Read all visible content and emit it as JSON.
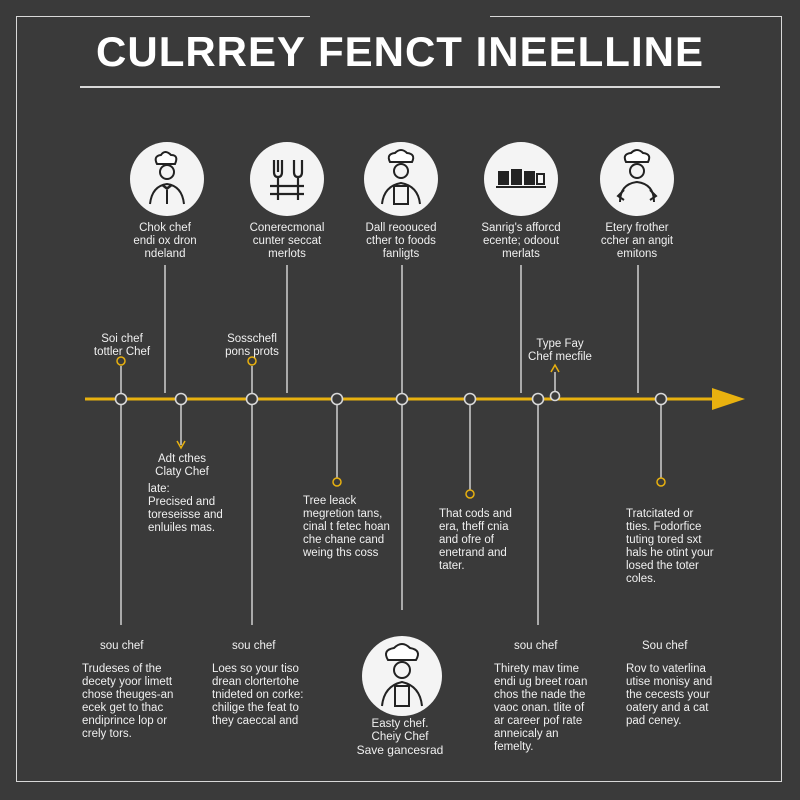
{
  "title": "CULRREY FENCT INEELLINE",
  "colors": {
    "background": "#3a3a3a",
    "accent": "#e8b10f",
    "line": "#d8d8d8",
    "icon_bg": "#f4f4f4"
  },
  "top_items": [
    {
      "icon": "chef-with-bowtie-icon",
      "text": "Chok chef\nendi ox dron\nndeland"
    },
    {
      "icon": "fork-and-knife-icon",
      "text": "Conerecmonal\ncunter seccat\nmerlots"
    },
    {
      "icon": "chef-woman-apron-icon",
      "text": "Dall reoouced\ncther to foods\nfanligts"
    },
    {
      "icon": "kitchen-jars-icon",
      "text": "Sanrig's afforcd\necente; odoout\nmerlats"
    },
    {
      "icon": "chef-arms-akimbo-icon",
      "text": "Etery frother\nccher an angit\nemitons"
    }
  ],
  "mid_labels": [
    {
      "text": "Soi chef\ntottler Chef"
    },
    {
      "text": "Sosschefl\npons prots"
    },
    {
      "text": "Type Fay\nChef mecfile"
    }
  ],
  "below_labels": [
    {
      "title": "Adt cthes\nClaty Chef",
      "text": "late:\nPrecised and\ntoreseisse and\nenluiles mas."
    },
    {
      "text": "Tree leack\nmegretion tans,\ncinal t fetec hoan\nche chane cand\nweing ths coss"
    },
    {
      "text": "That cods and\nera, theff cnia\nand ofre of\nenetrand and\ntater."
    },
    {
      "text": "Tratcitated or\ntties. Fodorfice\ntuting tored sxt\nhals he otint your\nlosed the toter\ncoles."
    }
  ],
  "bottom_items": [
    {
      "role": "sou chef",
      "text": "Trudeses of the\ndecety yoor limett\nchose theuges-an\necek get to thac\nendiprince lop or\ncrely tors."
    },
    {
      "role": "sou chef",
      "text": "Loes so your tiso\ndrean clortertohe\ntnideted on corke:\nchilige the feat to\nthey caeccal and"
    },
    {
      "role": "sou chef",
      "text": "Thirety mav time\nendi ug breet roan\nchos the nade the\nvaoc onan. tlite of\nar career pof rate\nanneicaly an\nfemelty."
    },
    {
      "role": "Sou chef",
      "text": "Rov to vaterlina\nutise monisy and\nthe cecests your\noatery and a cat\npad ceney."
    }
  ],
  "center_bottom": {
    "icon": "chef-with-hat-icon",
    "name": "Easty chef.\nCheiy Chef",
    "caption": "Save gancesrad"
  }
}
